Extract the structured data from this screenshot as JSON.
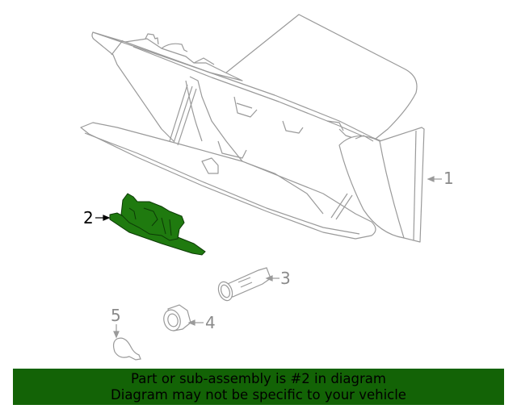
{
  "diagram": {
    "title": "Glove box assembly diagram",
    "highlight_color": "#1f7a0f",
    "line_color": "#9a9a9a",
    "callouts": [
      {
        "number": "1",
        "part": "glove-box-assembly",
        "highlighted": false
      },
      {
        "number": "2",
        "part": "glove-box-latch",
        "highlighted": true
      },
      {
        "number": "3",
        "part": "lamp-socket",
        "highlighted": false
      },
      {
        "number": "4",
        "part": "bumper-grommet",
        "highlighted": false
      },
      {
        "number": "5",
        "part": "stop-bumper",
        "highlighted": false
      }
    ]
  },
  "banner": {
    "line1": "Part or sub-assembly is #2 in diagram",
    "line2": "Diagram may not be specific to your vehicle",
    "background_color": "#136306"
  }
}
